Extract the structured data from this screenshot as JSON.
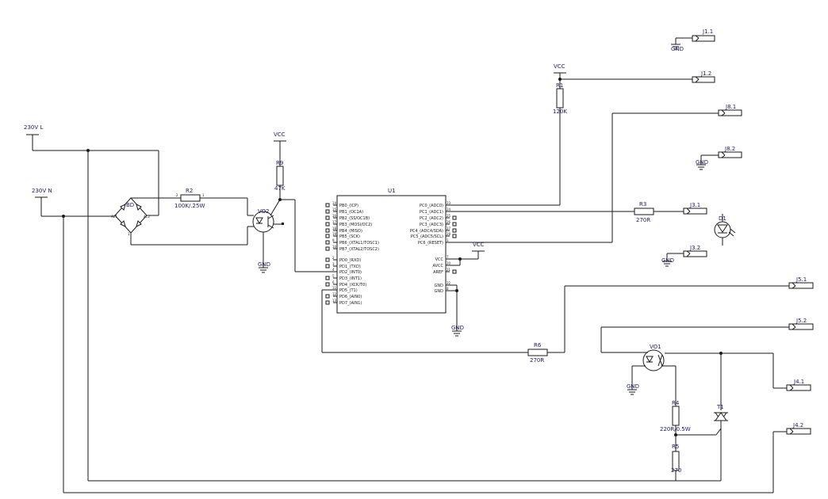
{
  "supplies": {
    "l": "230V L",
    "n": "230V N"
  },
  "rails": {
    "vcc": "VCC",
    "gnd": "GND"
  },
  "parts": {
    "bridge": "BD",
    "r2": "R2",
    "r2_val": "100K/.25W",
    "r9": "R9",
    "r9_val": "47K",
    "vo2": "VO2",
    "r1": "R1",
    "r1_val": "120K",
    "r3": "R3",
    "r3_val": "270R",
    "d1": "D1",
    "r6": "R6",
    "r6_val": "270R",
    "vo1": "VO1",
    "r4": "R4",
    "r4_val": "220R/0.5W",
    "r5": "R5",
    "r5_val": "270",
    "t1": "T1"
  },
  "connectors": {
    "j1_1": "J1.1",
    "j1_2": "J1.2",
    "j8_1": "J8.1",
    "j8_2": "J8.2",
    "j3_1": "J3.1",
    "j3_2": "J3.2",
    "j5_1": "J5.1",
    "j5_2": "J5.2",
    "j4_1": "J4.1",
    "j4_2": "J4.2"
  },
  "mcu": {
    "ref": "U1",
    "left_pins": [
      {
        "num": "14",
        "name": "PB0_(ICP)"
      },
      {
        "num": "15",
        "name": "PB1_(OC1A)"
      },
      {
        "num": "16",
        "name": "PB2_(SS/OC1B)"
      },
      {
        "num": "17",
        "name": "PB3_(MOSI/OC2)"
      },
      {
        "num": "18",
        "name": "PB4_(MISO)"
      },
      {
        "num": "19",
        "name": "PB5_(SCK)"
      },
      {
        "num": "9",
        "name": "PB6_(XTAL1/TOSC1)"
      },
      {
        "num": "10",
        "name": "PB7_(XTAL2/TOSC2)"
      },
      {
        "num": "2",
        "name": "PD0_(RXD)"
      },
      {
        "num": "3",
        "name": "PD1_(TXD)"
      },
      {
        "num": "4",
        "name": "PD2_(INT0)"
      },
      {
        "num": "5",
        "name": "PD3_(INT1)"
      },
      {
        "num": "6",
        "name": "PD4_(XCK/T0)"
      },
      {
        "num": "11",
        "name": "PD5_(T1)"
      },
      {
        "num": "12",
        "name": "PD6_(AIN0)"
      },
      {
        "num": "13",
        "name": "PD7_(AIN1)"
      }
    ],
    "right_pins": [
      {
        "num": "23",
        "name": "PC0_(ADC0)"
      },
      {
        "num": "24",
        "name": "PC1_(ADC1)"
      },
      {
        "num": "25",
        "name": "PC2_(ADC2)"
      },
      {
        "num": "26",
        "name": "PC3_(ADC3)"
      },
      {
        "num": "27",
        "name": "PC4_(ADC4/SDA)"
      },
      {
        "num": "28",
        "name": "PC5_(ADC5/SCL)"
      },
      {
        "num": "1",
        "name": "PC6_(RESET)"
      },
      {
        "num": "7",
        "name": "VCC"
      },
      {
        "num": "20",
        "name": "AVCC"
      },
      {
        "num": "21",
        "name": "AREF"
      },
      {
        "num": "22",
        "name": "GND"
      },
      {
        "num": "8",
        "name": "GND"
      }
    ]
  }
}
